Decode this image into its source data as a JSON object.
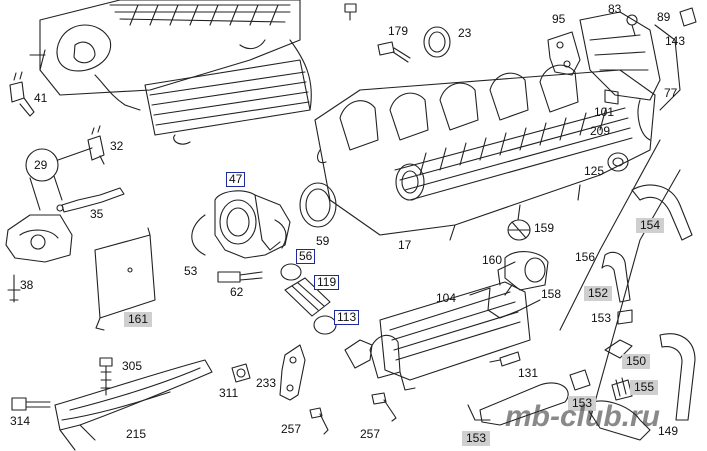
{
  "colors": {
    "line": "#222222",
    "box_border": "#1b2a9e",
    "shade": "#cfcfcf",
    "watermark": "#333333"
  },
  "labels": {
    "l179": "179",
    "l23": "23",
    "l95": "95",
    "l83": "83",
    "l89": "89",
    "l143": "143",
    "l41": "41",
    "l32": "32",
    "l29": "29",
    "l35": "35",
    "l38": "38",
    "l101": "101",
    "l209": "209",
    "l77": "77",
    "l125": "125",
    "l154": "154",
    "l47": "47",
    "l59": "59",
    "l17": "17",
    "l53": "53",
    "l62": "62",
    "l56": "56",
    "l119": "119",
    "l113": "113",
    "l159": "159",
    "l160": "160",
    "l158": "158",
    "l156": "156",
    "l152": "152",
    "l153a": "153",
    "l104": "104",
    "l161": "161",
    "l150": "150",
    "l131": "131",
    "l155": "155",
    "l305": "305",
    "l233": "233",
    "l311": "311",
    "l314": "314",
    "l215": "215",
    "l257a": "257",
    "l257b": "257",
    "l153b": "153",
    "l153c": "153",
    "l149": "149"
  },
  "watermark": "mb-club.ru"
}
